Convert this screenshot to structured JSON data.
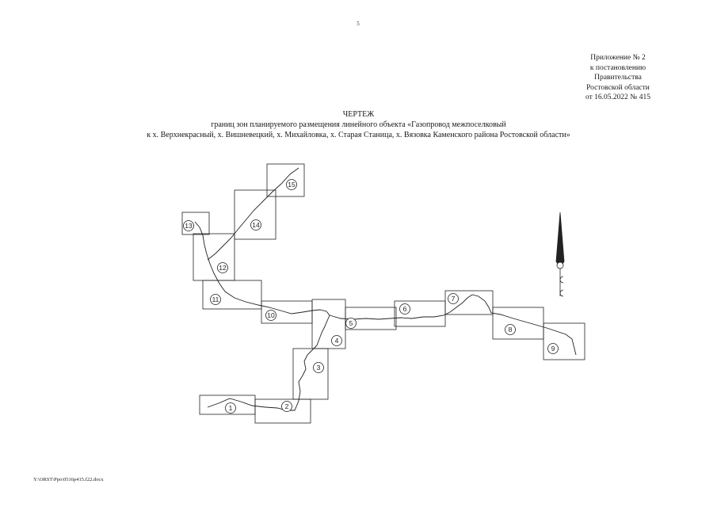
{
  "page_number": "5",
  "appendix": {
    "line1": "Приложение № 2",
    "line2": "к постановлению",
    "line3": "Правительства",
    "line4": "Ростовской области",
    "line5": "от 16.05.2022 № 415"
  },
  "title": {
    "heading": "ЧЕРТЕЖ",
    "line1": "границ зон планируемого размещения линейного объекта «Газопровод межпоселковый",
    "line2": "к х. Верхнекрасный, х. Вишневецкий, х. Михайловка, х. Старая Станица, х. Вязовка Каменского района Ростовской области»"
  },
  "sheets": [
    "1",
    "2",
    "3",
    "4",
    "5",
    "6",
    "7",
    "8",
    "9",
    "10",
    "11",
    "12",
    "13",
    "14",
    "15"
  ],
  "footer": "Y:\\ORST\\Ppo\\0516p415.f22.docx",
  "colors": {
    "ink": "#222222",
    "paper": "#ffffff"
  }
}
